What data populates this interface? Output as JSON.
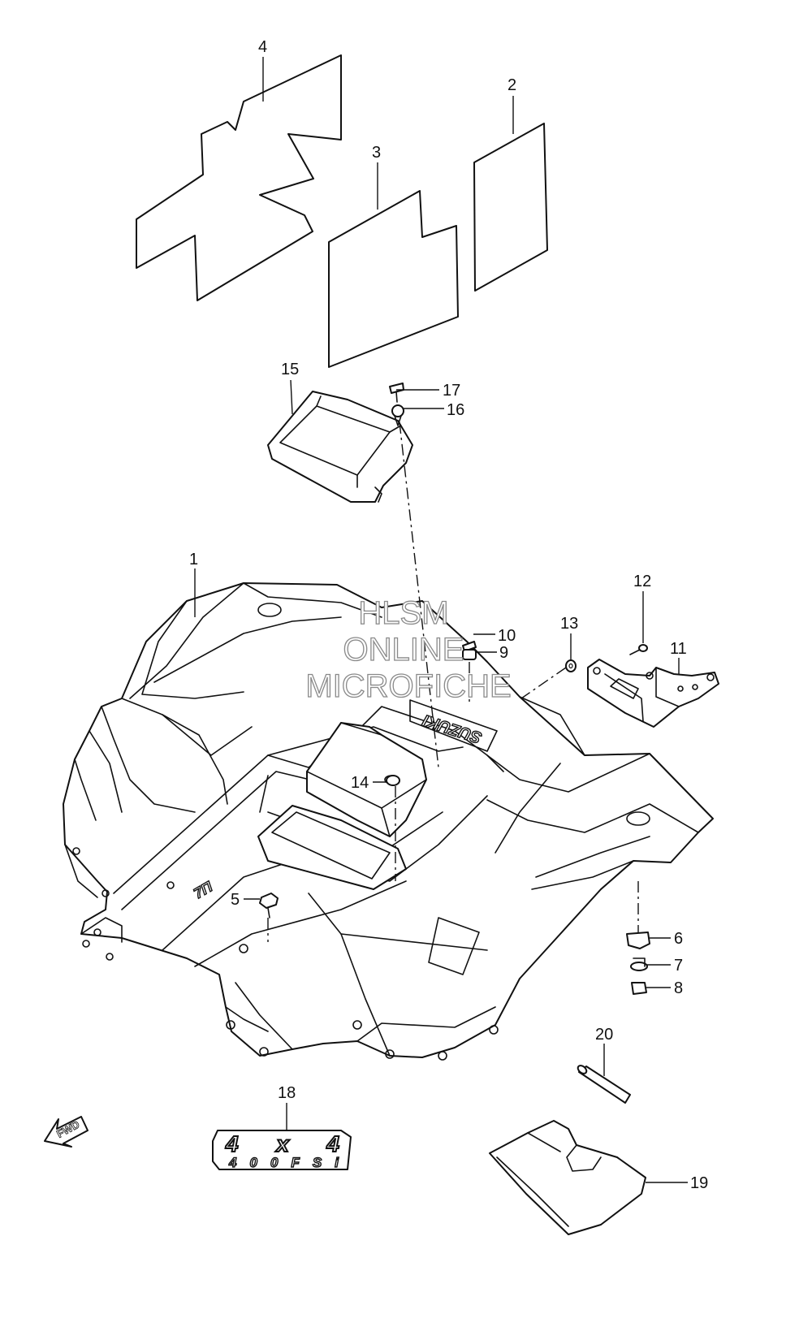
{
  "callouts": [
    "1",
    "2",
    "3",
    "4",
    "5",
    "6",
    "7",
    "8",
    "9",
    "10",
    "11",
    "12",
    "13",
    "14",
    "15",
    "16",
    "17",
    "18",
    "19",
    "20"
  ],
  "watermark": {
    "line1": "HLSM",
    "line2": "ONLINE",
    "line3": "MICROFICHE"
  },
  "emblem": {
    "top": "4x4",
    "bottom": "400FSi"
  },
  "fwd_label": "FWD",
  "brand_on_fender": "SUZUKI",
  "colors": {
    "line": "#111111",
    "watermark": "#8a8a8a",
    "background": "#ffffff"
  }
}
